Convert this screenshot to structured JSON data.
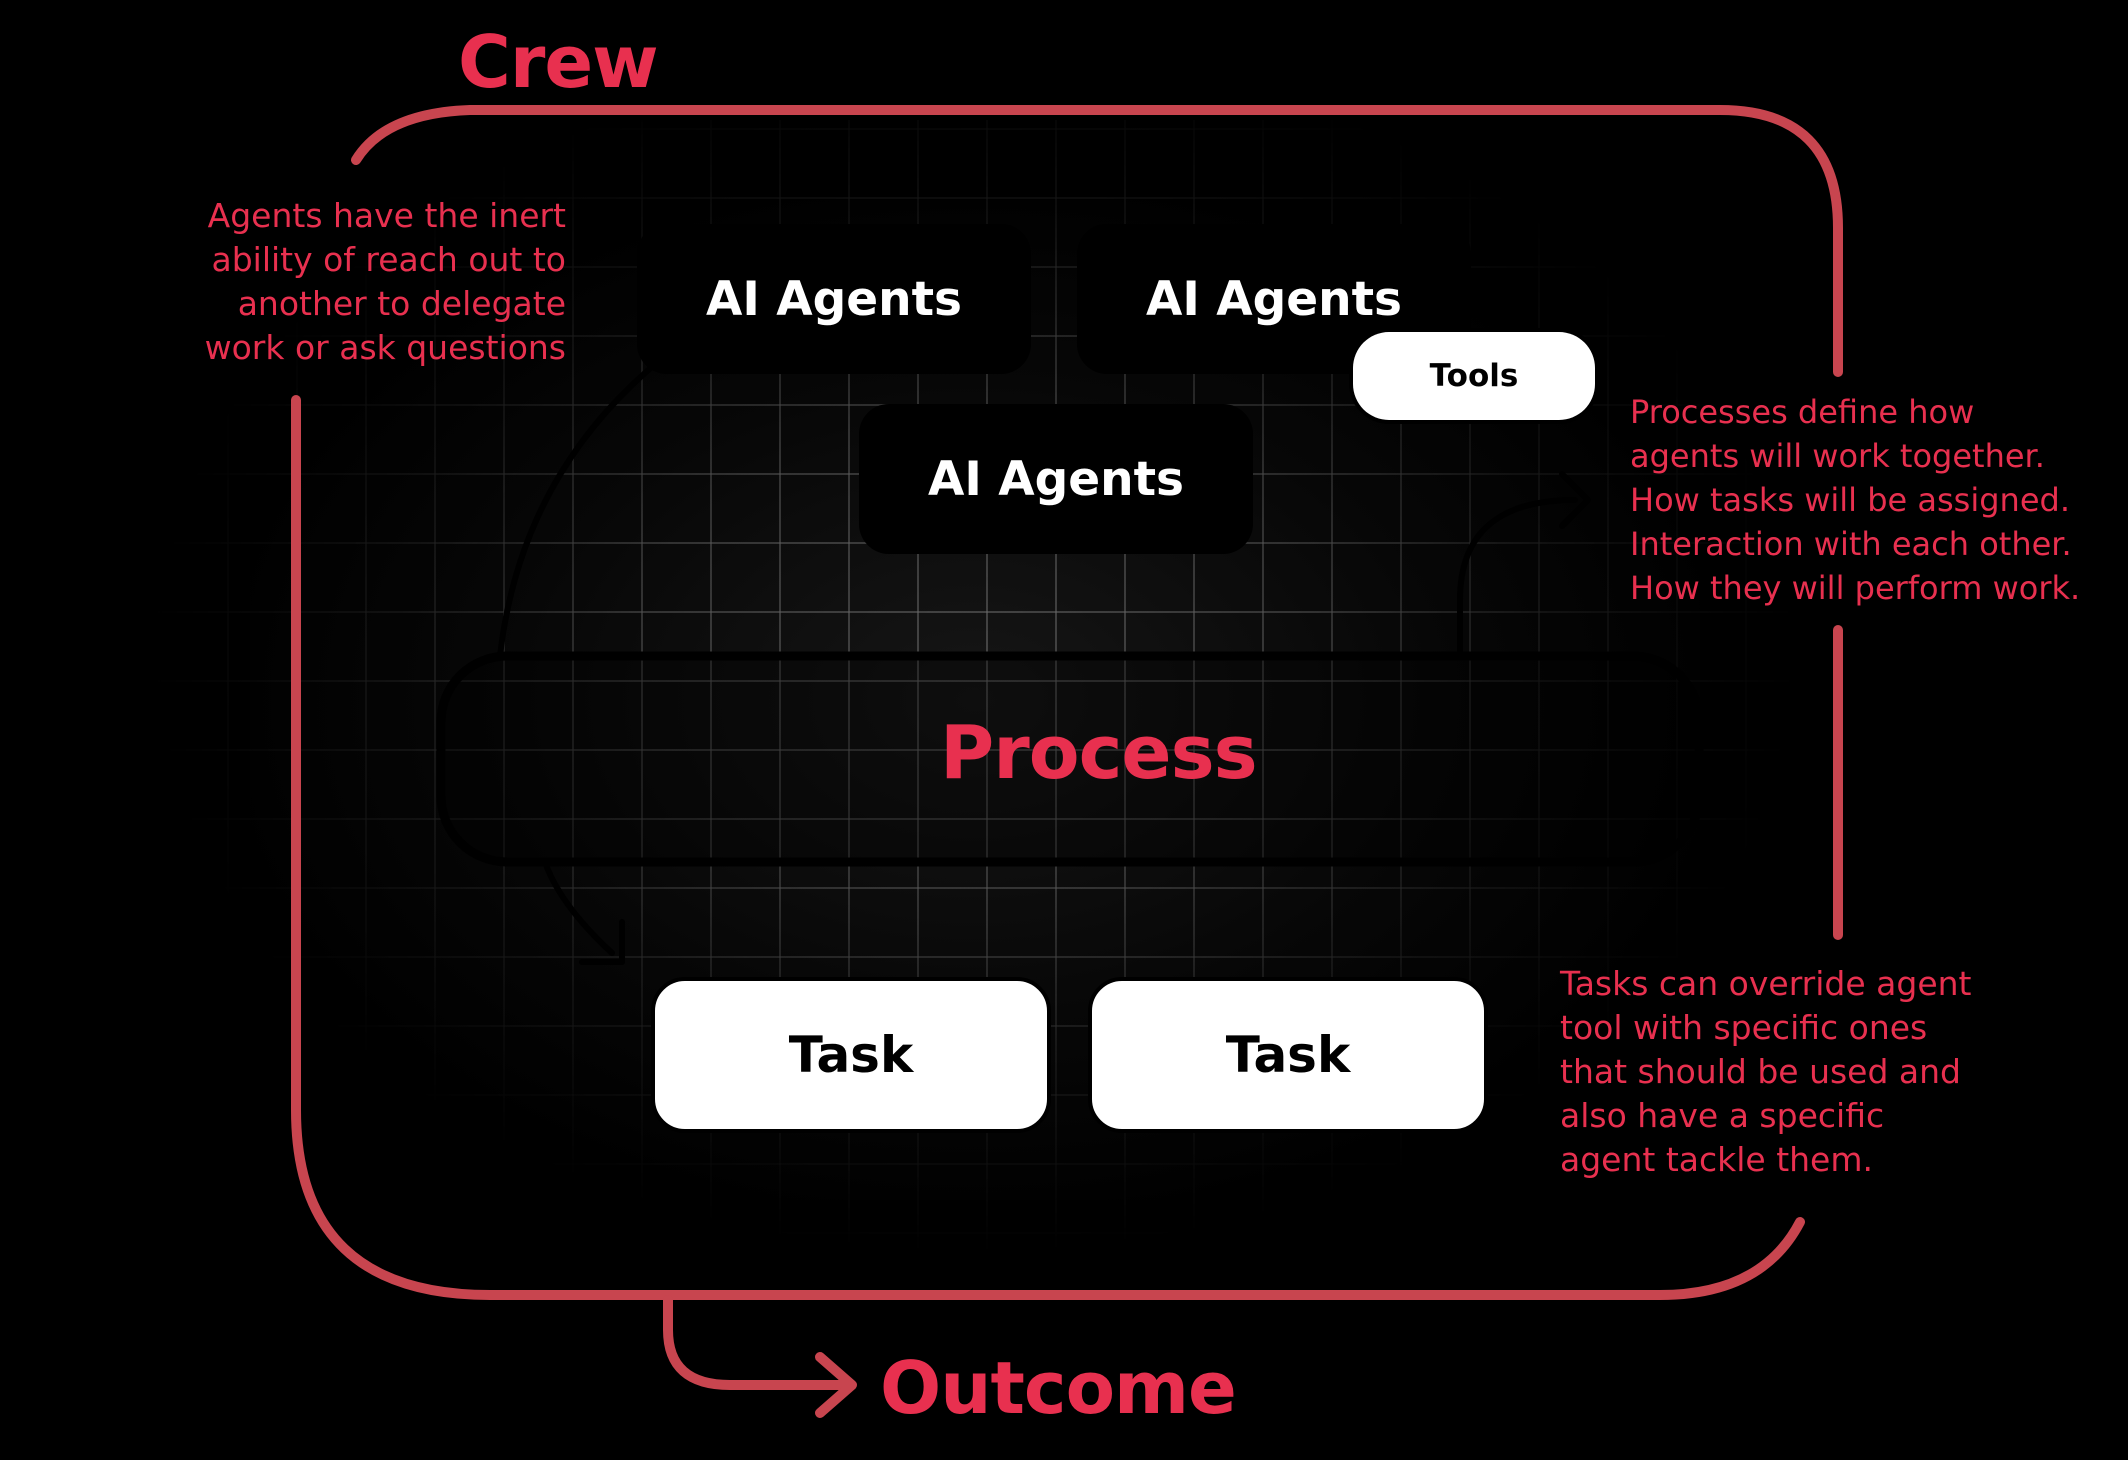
{
  "diagram": {
    "crew_label": "Crew",
    "process_label": "Process",
    "outcome_label": "Outcome",
    "agents": [
      {
        "label": "AI Agents"
      },
      {
        "label": "AI Agents"
      },
      {
        "label": "AI Agents"
      }
    ],
    "tools_label": "Tools",
    "tasks": [
      {
        "label": "Task"
      },
      {
        "label": "Task"
      }
    ],
    "notes": {
      "agents_delegation": "Agents have the inert\nability of reach out to\nanother to delegate\nwork or ask questions",
      "processes": "Processes define how\nagents will work together.\nHow tasks will be assigned.\nInteraction with each other.\nHow they will perform work.",
      "tasks_override": "Tasks can override agent\ntool with specific ones\nthat should be used and\nalso have a specific\nagent tackle them."
    }
  },
  "colors": {
    "background": "#000000",
    "crew_frame": "#c8454f",
    "accent_text": "#e8304f",
    "agent_box": "#000000",
    "task_box": "#ffffff"
  }
}
